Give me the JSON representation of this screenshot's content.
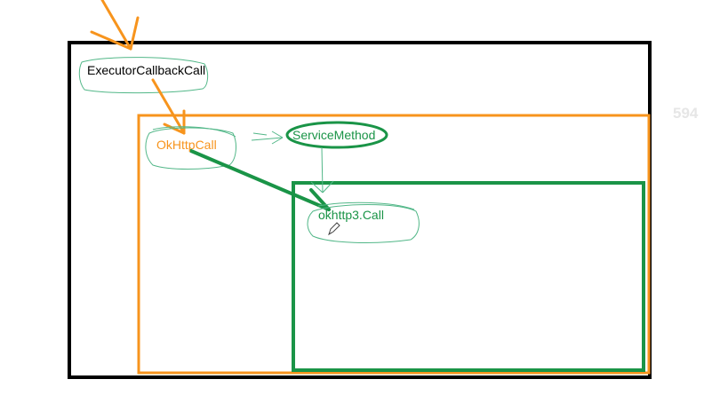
{
  "diagram": {
    "nodes": {
      "executor_callback_call": "ExecutorCallbackCall",
      "okhttp_call": "OkHttpCall",
      "service_method": "ServiceMethod",
      "okhttp3_call": "okhttp3.Call"
    },
    "edge_label": "",
    "corner_text": "594"
  },
  "colors": {
    "outer_box": "#000000",
    "orange": "#f7941d",
    "green": "#1a9447",
    "pale_green": "#52b788",
    "pencil": "#444444"
  },
  "icons": {
    "pencil_cursor": "pencil-icon"
  }
}
